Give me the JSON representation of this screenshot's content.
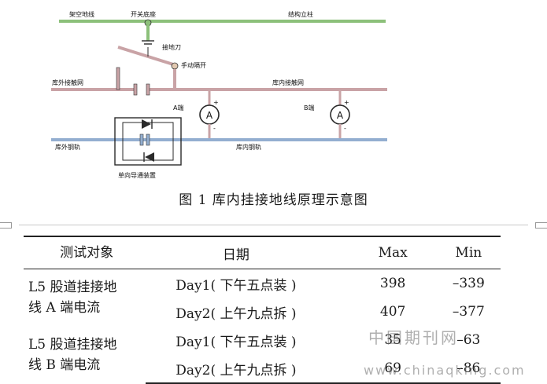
{
  "diagram": {
    "labels": {
      "overhead_ground_wire": "架空地线",
      "switch_base": "开关底座",
      "structure_column": "结构立柱",
      "grounding_knife": "接地刀",
      "manual_disconnector": "手动隔开",
      "outer_contact_net": "库外接触网",
      "inner_contact_net": "库内接触网",
      "end_a": "A端",
      "end_b": "B端",
      "meter_symbol": "A",
      "plus_sign": "+",
      "minus_sign": "-",
      "outer_rail": "库外钢轨",
      "inner_rail": "库内钢轨",
      "one_way_device": "单向导通装置"
    },
    "colors": {
      "ground_wire": "#8cc07a",
      "contact_net": "#c9a3a6",
      "rail": "#93aed0",
      "device": "#2a2a2a"
    }
  },
  "caption": "图 1 库内挂接地线原理示意图",
  "table": {
    "headers": [
      "测试对象",
      "日期",
      "Max",
      "Min"
    ],
    "groups": [
      {
        "object_lines": [
          "L5 股道挂接地",
          "线 A 端电流"
        ],
        "rows": [
          {
            "date": "Day1( 下午五点装 )",
            "max": "398",
            "min": "–339"
          },
          {
            "date": "Day2( 上午九点拆 )",
            "max": "407",
            "min": "–377"
          }
        ]
      },
      {
        "object_lines": [
          "L5 股道挂接地",
          "线 B 端电流"
        ],
        "rows": [
          {
            "date": "Day1( 下午五点装 )",
            "max": "35",
            "min": "–63"
          },
          {
            "date": "Day2( 上午九点拆 )",
            "max": "69",
            "min": "–86"
          }
        ]
      }
    ]
  },
  "watermark": {
    "cn": "中国期刊网",
    "url": "www.chinaqking.com"
  }
}
